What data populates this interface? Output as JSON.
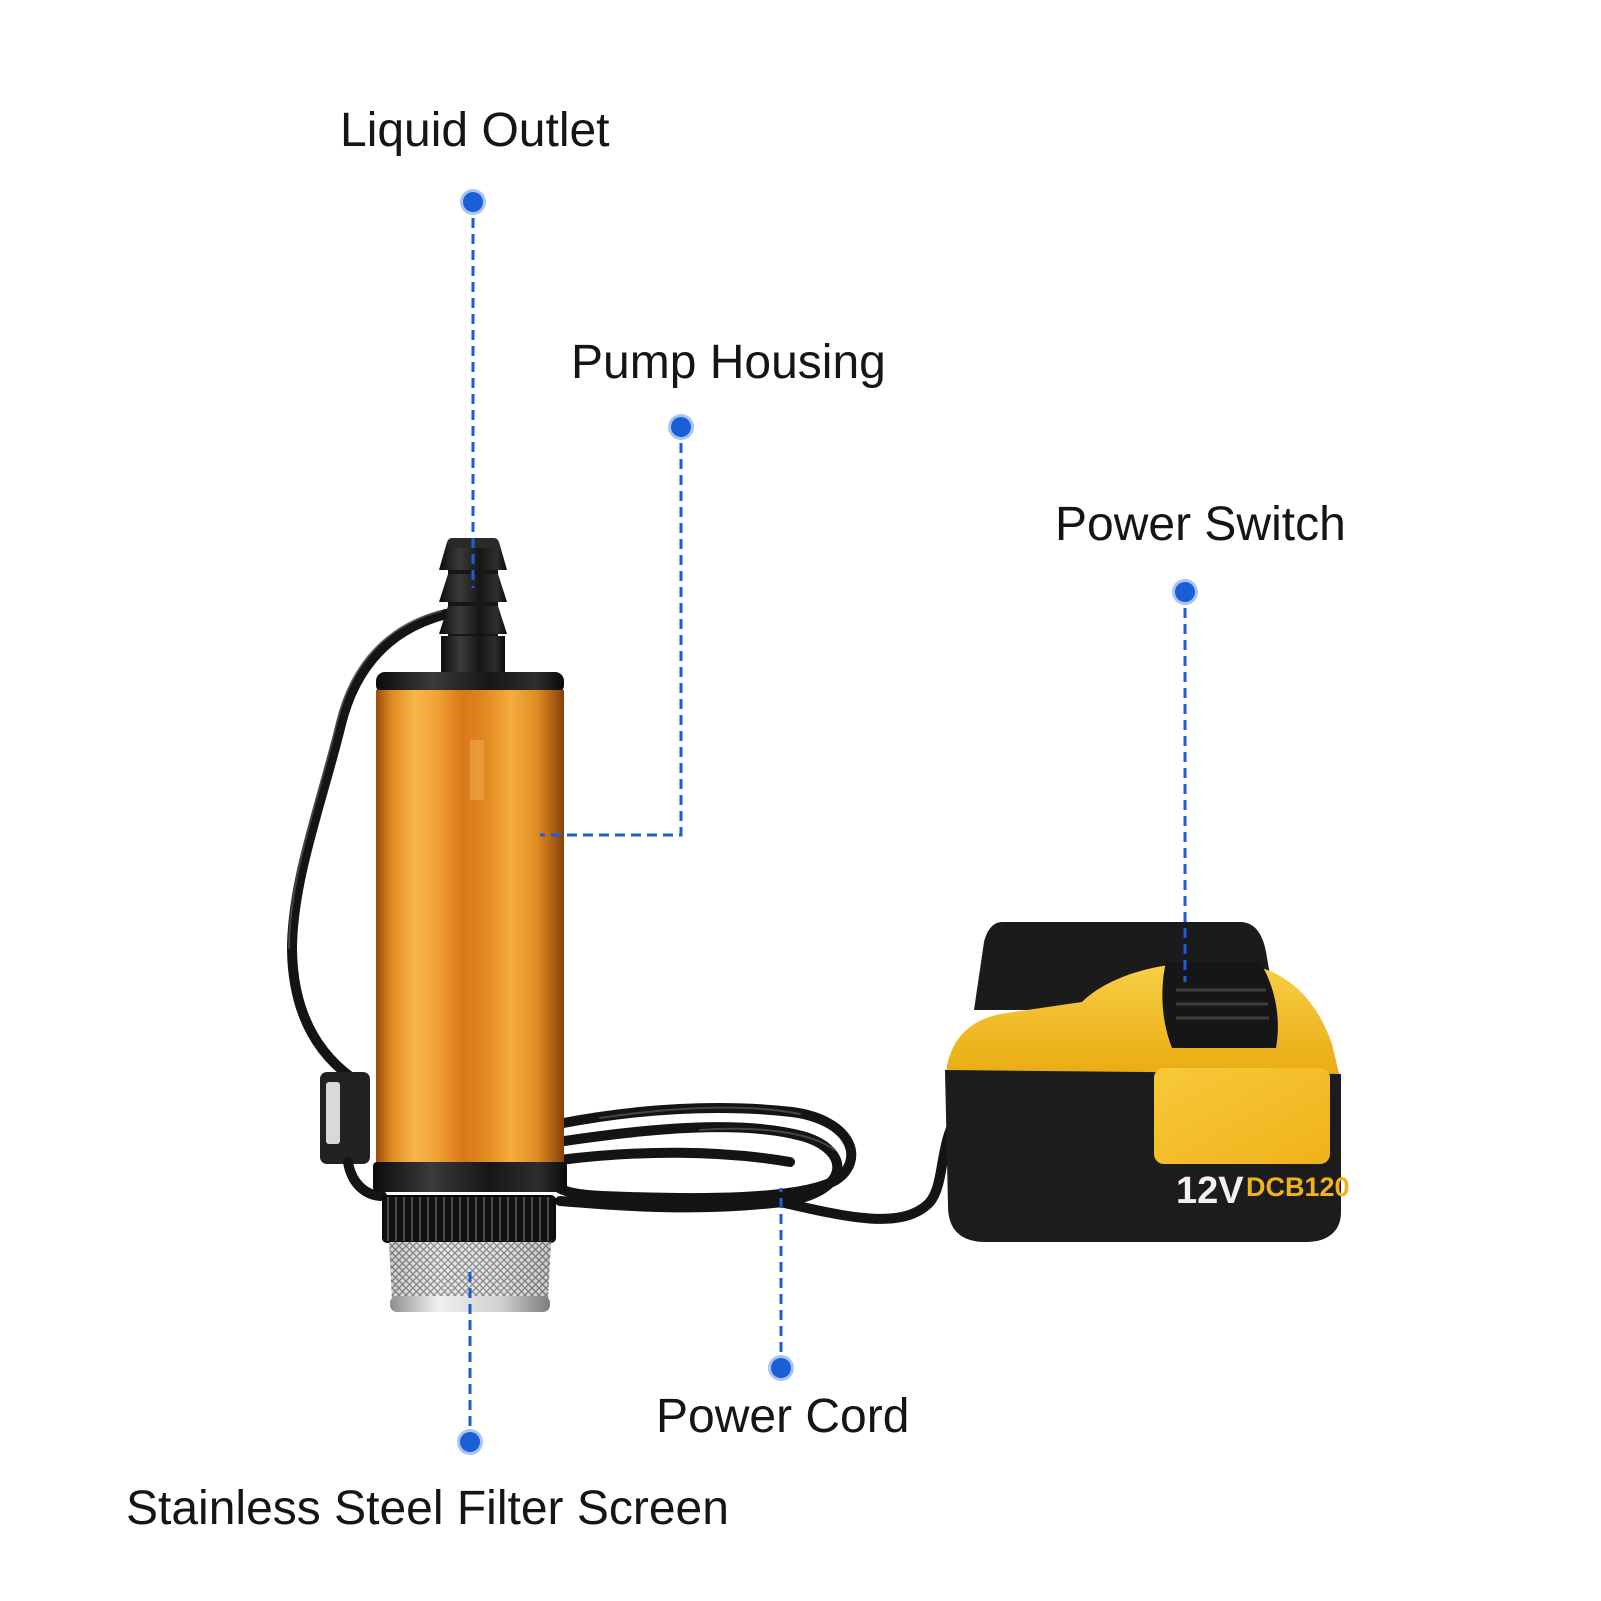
{
  "callouts": {
    "liquid_outlet": "Liquid Outlet",
    "pump_housing": "Pump Housing",
    "power_switch": "Power Switch",
    "power_cord": "Power Cord",
    "filter_screen": "Stainless Steel Filter Screen"
  },
  "battery": {
    "voltage": "12V",
    "model": "DCB120"
  },
  "colors": {
    "callout": "#1a5fd6",
    "housing": "#e8901f",
    "battery_yellow": "#f3b81c",
    "battery_black": "#1c1c1c"
  }
}
